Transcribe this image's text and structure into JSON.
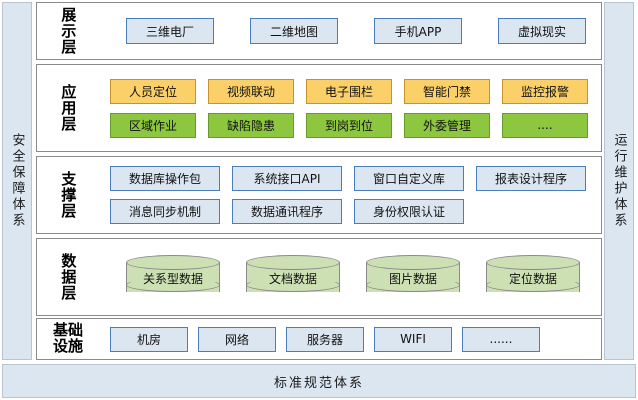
{
  "rails": {
    "left": {
      "label": "安全保障体系"
    },
    "right": {
      "label": "运行维护体系"
    }
  },
  "standards_bar": {
    "label": "标准规范体系"
  },
  "layers": [
    {
      "id": "presentation",
      "label": "展示层",
      "rows": [
        {
          "nodes": [
            {
              "label": "三维电厂",
              "color": "blue"
            },
            {
              "label": "二维地图",
              "color": "blue"
            },
            {
              "label": "手机APP",
              "color": "blue"
            },
            {
              "label": "虚拟现实",
              "color": "blue"
            }
          ]
        }
      ]
    },
    {
      "id": "application",
      "label": "应用层",
      "rows": [
        {
          "nodes": [
            {
              "label": "人员定位",
              "color": "orange"
            },
            {
              "label": "视频联动",
              "color": "orange"
            },
            {
              "label": "电子围栏",
              "color": "orange"
            },
            {
              "label": "智能门禁",
              "color": "orange"
            },
            {
              "label": "监控报警",
              "color": "orange"
            }
          ]
        },
        {
          "nodes": [
            {
              "label": "区域作业",
              "color": "green"
            },
            {
              "label": "缺陷隐患",
              "color": "green"
            },
            {
              "label": "到岗到位",
              "color": "green"
            },
            {
              "label": "外委管理",
              "color": "green"
            },
            {
              "label": "....",
              "color": "green"
            }
          ]
        }
      ]
    },
    {
      "id": "support",
      "label": "支撑层",
      "rows": [
        {
          "nodes": [
            {
              "label": "数据库操作包",
              "color": "blue"
            },
            {
              "label": "系统接口API",
              "color": "blue"
            },
            {
              "label": "窗口自定义库",
              "color": "blue"
            },
            {
              "label": "报表设计程序",
              "color": "blue"
            }
          ]
        },
        {
          "nodes": [
            {
              "label": "消息同步机制",
              "color": "blue"
            },
            {
              "label": "数据通讯程序",
              "color": "blue"
            },
            {
              "label": "身份权限认证",
              "color": "blue"
            }
          ]
        }
      ]
    },
    {
      "id": "data",
      "label": "数据层",
      "cylinders": [
        {
          "label": "关系型数据"
        },
        {
          "label": "文档数据"
        },
        {
          "label": "图片数据"
        },
        {
          "label": "定位数据"
        }
      ]
    },
    {
      "id": "infrastructure",
      "label": "基础设施",
      "rows": [
        {
          "nodes": [
            {
              "label": "机房",
              "color": "blue"
            },
            {
              "label": "网络",
              "color": "blue"
            },
            {
              "label": "服务器",
              "color": "blue"
            },
            {
              "label": "WIFI",
              "color": "blue"
            },
            {
              "label": "......",
              "color": "blue"
            }
          ]
        }
      ]
    }
  ],
  "colors": {
    "rail_fill": "#dce6f1",
    "rail_border": "#b8c4d4",
    "box_blue_fill": "#dce6f1",
    "box_blue_border": "#4a7ebb",
    "box_orange_fill": "#fbd069",
    "box_orange_border": "#c8922a",
    "box_green_fill": "#8dc63f",
    "box_green_border": "#6a9a2e",
    "cylinder_fill": "#cde0b4",
    "cylinder_border": "#8a8a8a",
    "layer_border": "#8a8a8a"
  }
}
